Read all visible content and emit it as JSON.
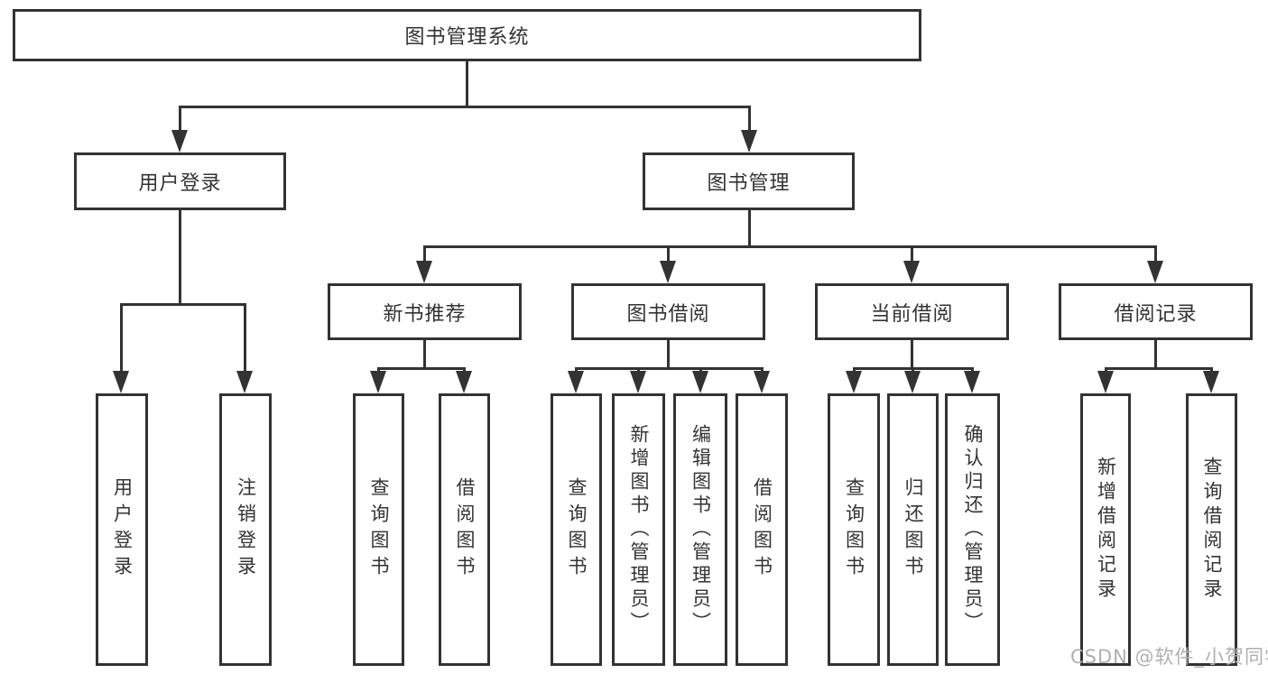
{
  "title": "图书管理系统",
  "watermark": "CSDN @软件_小贺同学",
  "colors": {
    "line": "#333333",
    "text": "#333333",
    "background": "#ffffff",
    "watermark": "#b2b0ae"
  },
  "tree": {
    "root": {
      "label": "图书管理系统"
    },
    "branches": [
      {
        "label": "用户登录",
        "leaves": [
          {
            "label": "用户登录"
          },
          {
            "label": "注销登录"
          }
        ]
      },
      {
        "label": "图书管理",
        "groups": [
          {
            "label": "新书推荐",
            "leaves": [
              {
                "label": "查询图书"
              },
              {
                "label": "借阅图书"
              }
            ]
          },
          {
            "label": "图书借阅",
            "leaves": [
              {
                "label": "查询图书"
              },
              {
                "label": "新增图书（管理员）"
              },
              {
                "label": "编辑图书（管理员）"
              },
              {
                "label": "借阅图书"
              }
            ]
          },
          {
            "label": "当前借阅",
            "leaves": [
              {
                "label": "查询图书"
              },
              {
                "label": "归还图书"
              },
              {
                "label": "确认归还（管理员）"
              }
            ]
          },
          {
            "label": "借阅记录",
            "leaves": [
              {
                "label": "新增借阅记录"
              },
              {
                "label": "查询借阅记录"
              }
            ]
          }
        ]
      }
    ]
  }
}
